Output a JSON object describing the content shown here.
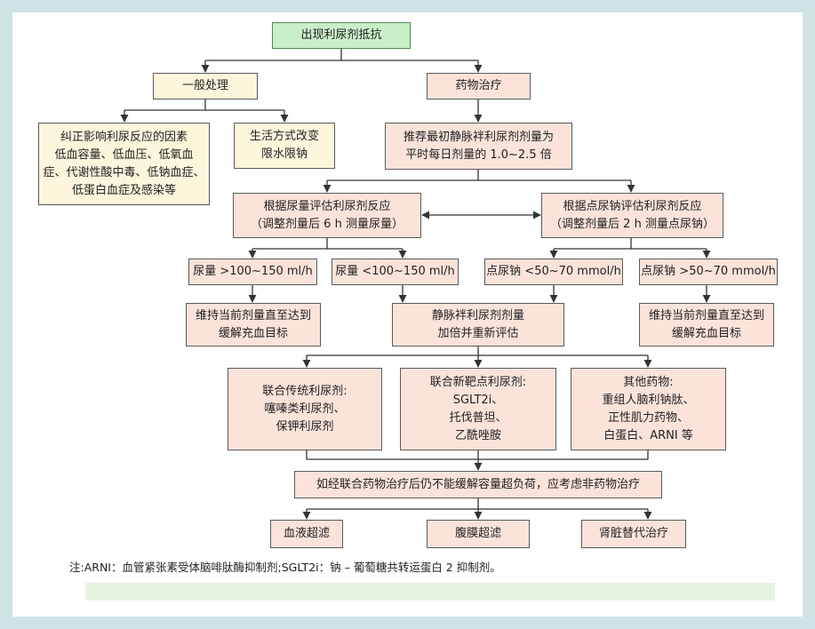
{
  "nodes": {
    "start": "出现利尿剂抵抗",
    "general": "一般处理",
    "drug": "药物治疗",
    "correct_factors": [
      "纠正影响利尿反应的因素",
      "低血容量、低血压、低氧血",
      "症、代谢性酸中毒、低钠血症、",
      "低蛋白血症及感染等"
    ],
    "lifestyle": [
      "生活方式改变",
      "限水限钠"
    ],
    "recommend_dose": [
      "推荐最初静脉袢利尿剂剂量为",
      "平时每日剂量的 1.0~2.5 倍"
    ],
    "urine_volume_eval": [
      "根据尿量评估利尿剂反应",
      "（调整剂量后 6 h 测量尿量）"
    ],
    "urine_sodium_eval": [
      "根据点尿钠评估利尿剂反应",
      "（调整剂量后 2 h 测量点尿钠）"
    ],
    "urine_high": "尿量 >100~150 ml/h",
    "urine_low": "尿量 <100~150 ml/h",
    "sodium_low": "点尿钠 <50~70 mmol/h",
    "sodium_high": "点尿钠 >50~70 mmol/h",
    "maintain_left": [
      "维持当前剂量直至达到",
      "缓解充血目标"
    ],
    "double_dose": [
      "静脉袢利尿剂剂量",
      "加倍并重新评估"
    ],
    "maintain_right": [
      "维持当前剂量直至达到",
      "缓解充血目标"
    ],
    "combo_traditional": [
      "联合传统利尿剂:",
      "噻嗪类利尿剂、",
      "保钾利尿剂"
    ],
    "combo_new": [
      "联合新靶点利尿剂:",
      "SGLT2i、",
      "托伐普坦、",
      "乙酰唑胺"
    ],
    "other_drugs": [
      "其他药物:",
      "重组人脑利钠肽、",
      "正性肌力药物、",
      "白蛋白、ARNI 等"
    ],
    "non_drug": "如经联合药物治疗后仍不能缓解容量超负荷，应考虑非药物治疗",
    "hemofiltration": "血液超滤",
    "peritoneal": "腹膜超滤",
    "renal_replacement": "肾脏替代治疗"
  },
  "note": "注:ARNI：血管紧张素受体脑啡肽酶抑制剂;SGLT2i：钠 – 葡萄糖共转运蛋白 2 抑制剂。",
  "colors": {
    "start_fill": "#c9efc9",
    "general_fill": "#fdf6dc",
    "drug_fill": "#fbe3da",
    "frame": "#cfe3e4",
    "footer_bar": "#e8f2e1"
  }
}
